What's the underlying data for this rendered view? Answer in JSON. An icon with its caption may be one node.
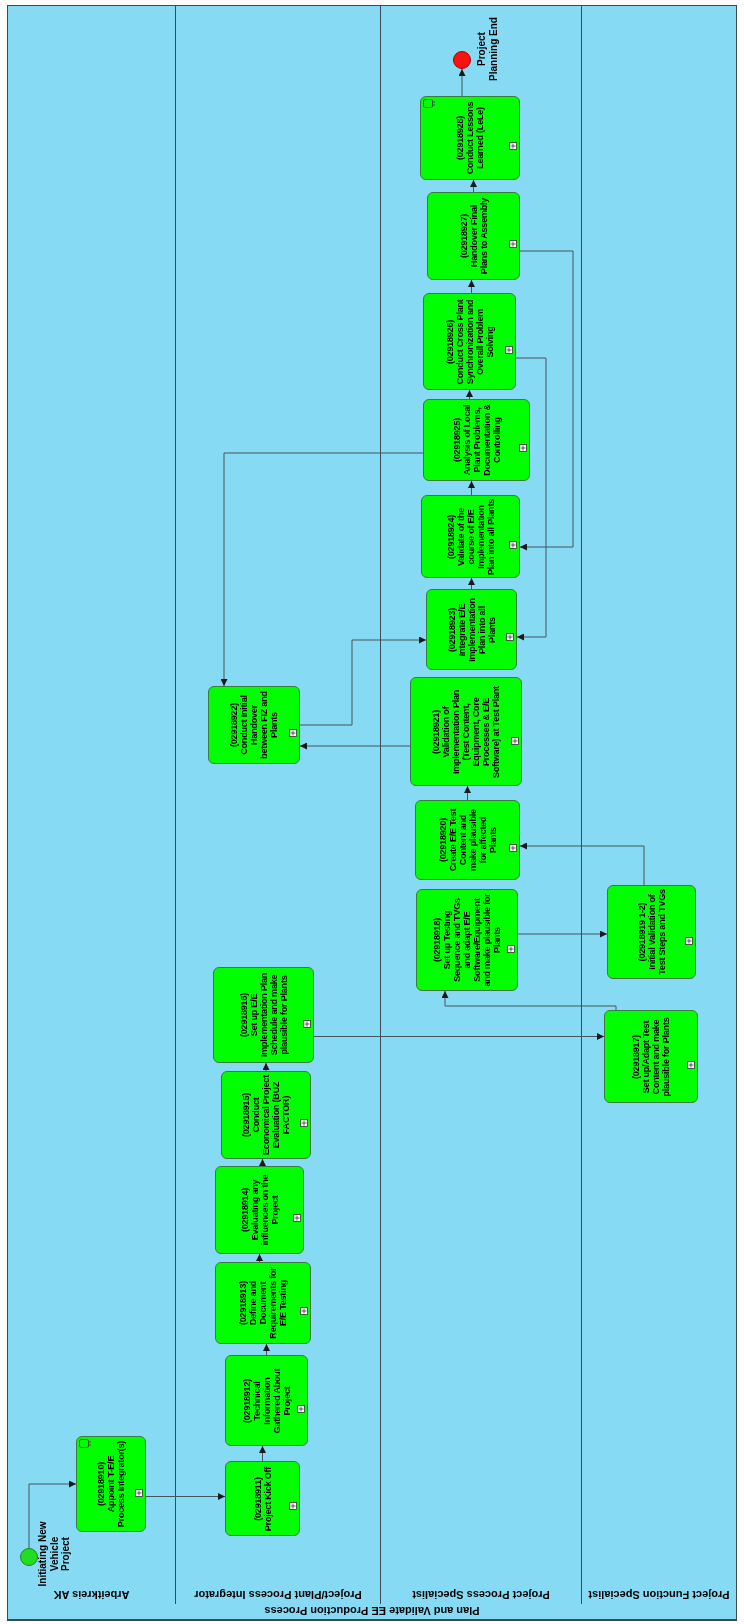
{
  "diagram": {
    "nodes": [
      {
        "text": [
          "Plan and Validate EE Production Process"
        ]
      },
      {
        "text": [
          "Arbeitkreis AK"
        ],
        "in": 0
      },
      {
        "text": [
          "Project/Plant Process Integrator"
        ],
        "in": 0
      },
      {
        "text": [
          "Project Process Specialist"
        ],
        "in": 0
      },
      {
        "text": [
          "Project Function Specialist"
        ],
        "in": 0
      },
      {
        "text": [],
        "shape": "circle",
        "beside": [
          "Initiating New Vehicle Project"
        ],
        "in": 1
      },
      {
        "text": [
          "(02918910)",
          "Appoint T-E/E Process Integrator(s)"
        ],
        "in": 1
      },
      {
        "text": [
          "(02918911)",
          "Project Kick Off"
        ],
        "in": 2
      },
      {
        "text": [
          "(02918912)",
          "Technical Information Gathered About Project"
        ],
        "in": 2
      },
      {
        "text": [
          "(02918913)",
          "Define and Document Requirements for E/E Testing"
        ],
        "in": 2
      },
      {
        "text": [
          "(02918914)",
          "Evaluating any influences on the Project"
        ],
        "in": 2
      },
      {
        "text": [
          "(02918915)",
          "Conduct Economical Project Evaluation (BUZ FACTOR)"
        ],
        "in": 2
      },
      {
        "text": [
          "(02918916)",
          "Set up E/E Implementation Plan Schedule and make plausible for Plants"
        ],
        "in": 2
      },
      {
        "text": [
          "(02918917)",
          "Set up/Adapt Test Content and make plausible for Plants"
        ],
        "in": 4
      },
      {
        "text": [
          "(02918918)",
          "Set up Testing Sequence and TVGs and adapt E/E Software/Equipment and make plausible for Plants"
        ],
        "in": 3
      },
      {
        "text": [
          "(02918919 1-2)",
          "Initial Validation of Test Steps and TVGs"
        ],
        "in": 4
      },
      {
        "text": [
          "(02918920)",
          "Create E/E Test Content and make plausible for affected Plants"
        ],
        "in": 3
      },
      {
        "text": [
          "(02918921)",
          "Validation of Implementation Plan (Test Content, Equipment, Core Processes & E/E Software) at Test Plant"
        ],
        "in": 3
      },
      {
        "text": [
          "(02918922)",
          "Conduct Initial Handover between FIZ and Plants"
        ],
        "in": 2
      },
      {
        "text": [
          "(02918923)",
          "Integrate E/E Implementation Plan into all Plants"
        ],
        "in": 3
      },
      {
        "text": [
          "(02918924)",
          "Validate of the course of E/E Implementation Plan into all Plants"
        ],
        "in": 3
      },
      {
        "text": [
          "(02918925)",
          "Analysis of Local Plant Problems, Documentation & Controlling"
        ],
        "in": 3
      },
      {
        "text": [
          "(02918926)",
          "Conduct Cross Plant Synchronization and Overall Problem Solving"
        ],
        "in": 3
      },
      {
        "text": [
          "(02918927)",
          "Handover Final Plans to Assembly"
        ],
        "in": 3
      },
      {
        "text": [
          "(02918928)",
          "Conduct Lessons Learned (LeLe)"
        ],
        "in": 3
      },
      {
        "text": [],
        "shape": "circle",
        "beside": [
          "Project Planning End"
        ],
        "in": 3
      }
    ],
    "edges": [
      {
        "from": 5,
        "to": 6,
        "arrow": "to"
      },
      {
        "from": 6,
        "to": 7,
        "arrow": "to"
      },
      {
        "from": 7,
        "to": 8,
        "arrow": "to"
      },
      {
        "from": 8,
        "to": 9,
        "arrow": "to"
      },
      {
        "from": 9,
        "to": 10,
        "arrow": "to"
      },
      {
        "from": 10,
        "to": 11,
        "arrow": "to"
      },
      {
        "from": 11,
        "to": 12,
        "arrow": "to"
      },
      {
        "from": 12,
        "to": 13,
        "arrow": "to"
      },
      {
        "from": 13,
        "to": 14,
        "arrow": "to"
      },
      {
        "from": 14,
        "to": 15,
        "arrow": "to"
      },
      {
        "from": 15,
        "to": 16,
        "arrow": "to"
      },
      {
        "from": 16,
        "to": 17,
        "arrow": "to"
      },
      {
        "from": 17,
        "to": 18,
        "arrow": "to"
      },
      {
        "from": 18,
        "to": 19,
        "arrow": "to"
      },
      {
        "from": 19,
        "to": 20,
        "arrow": "to"
      },
      {
        "from": 20,
        "to": 21,
        "arrow": "to"
      },
      {
        "from": 21,
        "to": 18,
        "arrow": "to"
      },
      {
        "from": 21,
        "to": 22,
        "arrow": "to"
      },
      {
        "from": 22,
        "to": 19,
        "arrow": "to"
      },
      {
        "from": 22,
        "to": 23,
        "arrow": "to"
      },
      {
        "from": 23,
        "to": 20,
        "arrow": "to"
      },
      {
        "from": 23,
        "to": 24,
        "arrow": "to"
      },
      {
        "from": 24,
        "to": 25,
        "arrow": "to"
      }
    ]
  }
}
